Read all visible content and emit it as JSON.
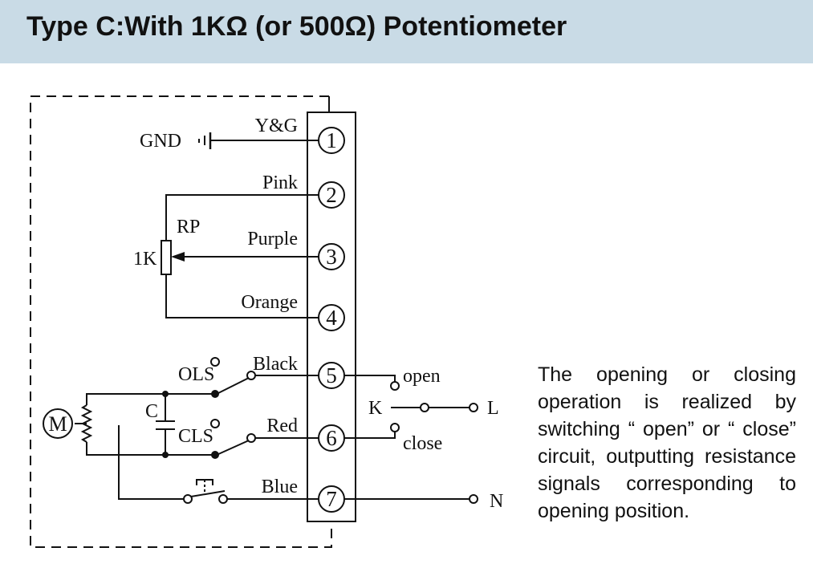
{
  "header": {
    "title": "Type C:With 1KΩ (or 500Ω) Potentiometer",
    "background": "#c9dbe6"
  },
  "terminals": [
    {
      "number": "7",
      "wire": "Y&G"
    },
    {
      "number": "6",
      "wire": "Pink"
    },
    {
      "number": "5",
      "wire": "Purple"
    },
    {
      "number": "4",
      "wire": "Orange"
    },
    {
      "number": "3",
      "wire": "Black"
    },
    {
      "number": "2",
      "wire": "Red"
    },
    {
      "number": "1",
      "wire": "Blue"
    }
  ],
  "components": {
    "gnd": "GND",
    "rp": "RP",
    "rp_value": "1K",
    "ols": "OLS",
    "cls": "CLS",
    "capacitor": "C",
    "motor": "M",
    "switch": "K",
    "open": "open",
    "close": "close",
    "line": "L",
    "neutral": "N"
  },
  "description": "The opening or closing operation is realized by switching “ open” or “ close” circuit, outputting resistance signals corresponding to opening position."
}
